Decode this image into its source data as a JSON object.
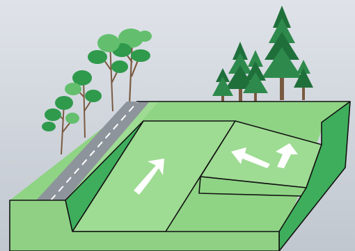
{
  "colors": {
    "background_top": "#dfe3e9",
    "background_bottom": "#c1c7cf",
    "grass_top": "#8fd485",
    "grass_light": "#9edb93",
    "block_front": "#8fd085",
    "block_side_dark": "#3fae5c",
    "road": "#8e949b",
    "road_line": "#ffffff",
    "outline": "#111111",
    "arrow": "#ffffff",
    "deciduous_foliage": "#2f9a4c",
    "deciduous_foliage_light": "#63bf6e",
    "conifer_dark": "#1f6f3b",
    "conifer_mid": "#2e8a4c",
    "trunk": "#7a5a40"
  },
  "icons": [
    "up-arrow-icon",
    "left-arrow-icon",
    "deciduous-tree-icon",
    "conifer-tree-icon"
  ],
  "arrows": [
    {
      "name": "main-slope-arrow",
      "direction": "up"
    },
    {
      "name": "bench-arrow-left",
      "direction": "left"
    },
    {
      "name": "bench-arrow-up",
      "direction": "up"
    }
  ]
}
